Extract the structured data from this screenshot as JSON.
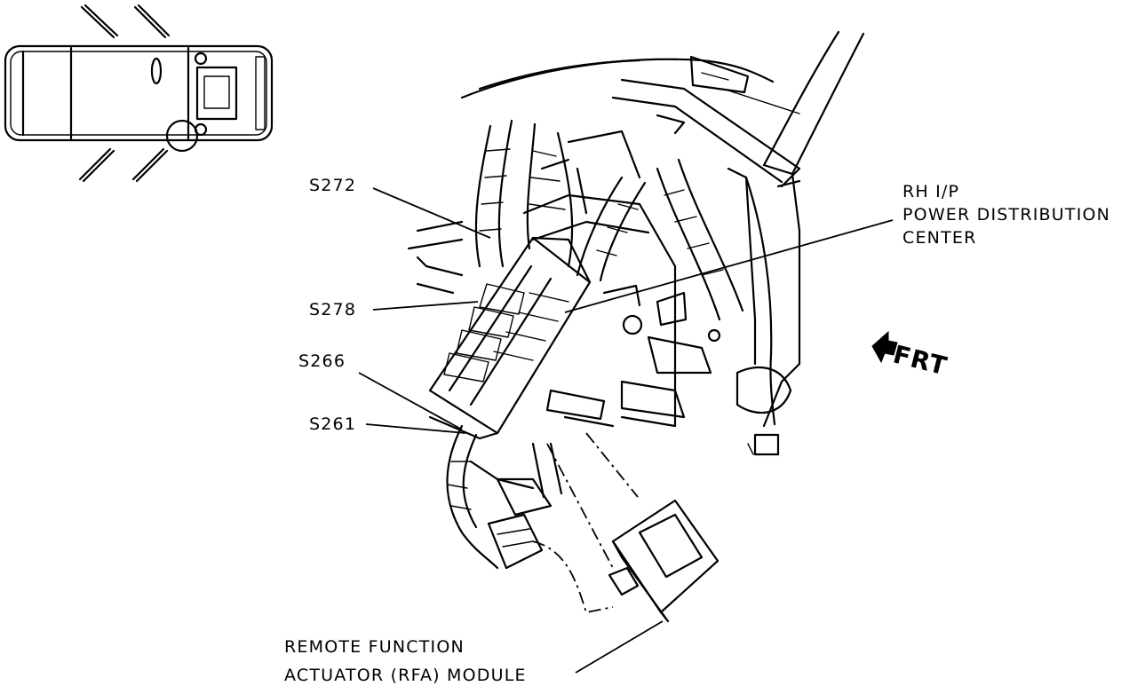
{
  "labels": {
    "s272": "S272",
    "s278": "S278",
    "s266": "S266",
    "s261": "S261",
    "pdc_line1": "RH I/P",
    "pdc_line2": "POWER DISTRIBUTION",
    "pdc_line3": "CENTER",
    "rfa_line1": "REMOTE FUNCTION",
    "rfa_line2": "ACTUATOR (RFA) MODULE",
    "front": "FRT"
  },
  "icons": {
    "front_arrow": "arrow-left-icon",
    "locator": "vehicle-top-view-icon"
  },
  "colors": {
    "ink": "#000000",
    "paper": "#ffffff"
  }
}
